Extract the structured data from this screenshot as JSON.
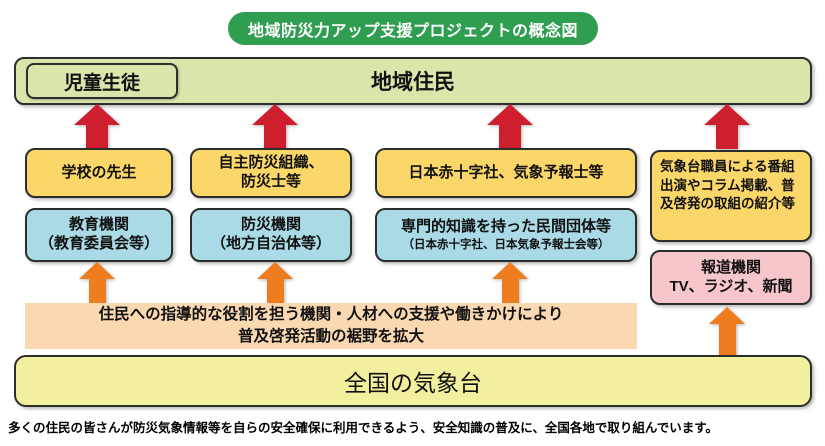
{
  "title": "地域防災力アップ支援プロジェクトの概念図",
  "top_row": {
    "label": "地域住民",
    "inner_label": "児童生徒"
  },
  "middle_row": [
    {
      "lines": [
        "学校の先生"
      ]
    },
    {
      "lines": [
        "自主防災組織、",
        "防災士等"
      ]
    },
    {
      "lines": [
        "日本赤十字社、気象予報士等"
      ]
    }
  ],
  "lower_row": [
    {
      "lines": [
        "教育機関",
        "（教育委員会等）"
      ]
    },
    {
      "lines": [
        "防災機関",
        "（地方自治体等）"
      ]
    },
    {
      "main": "専門的知識を持った民間団体等",
      "sub": "（日本赤十字社、日本気象予報士会等）"
    }
  ],
  "right_column": {
    "yellow_note": "気象台職員による番組出演やコラム掲載、普及啓発の取組の紹介等",
    "media_box": {
      "lines": [
        "報道機関",
        "TV、ラジオ、新聞"
      ]
    }
  },
  "band": {
    "lines": [
      "住民への指導的な役割を担う機関・人材への支援や働きかけにより",
      "普及啓発活動の裾野を拡大"
    ]
  },
  "bottom_box": "全国の気象台",
  "caption": "多くの住民の皆さんが防災気象情報等を自らの安全確保に利用できるよう、安全知識の普及に、全国各地で取り組んでいます。",
  "icons": {
    "red_up_arrow": "upward red block arrow",
    "orange_up_arrow": "upward orange block arrow"
  },
  "colors": {
    "title_bg": "#2f9e50",
    "green_box_bg": "#d8e5ab",
    "yellow_box_bg": "#fbd769",
    "blue_box_bg": "#a9dae6",
    "pink_box_bg": "#f6c6ca",
    "band_bg": "#fad9b2",
    "bottom_box_bg": "#f2f09e",
    "red_arrow": "#cd1f2e",
    "orange_arrow": "#ee7d1f",
    "border": "#2b2e2b"
  }
}
